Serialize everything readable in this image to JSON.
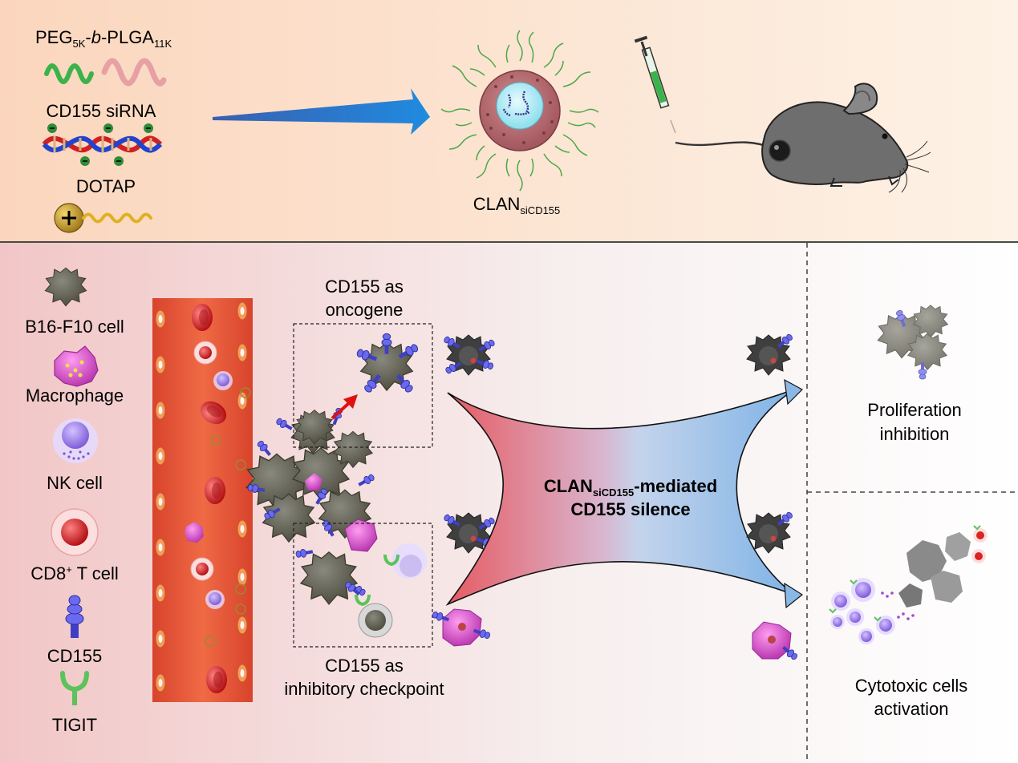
{
  "top_panel": {
    "polymer": {
      "prefix": "PEG",
      "sub1": "5K",
      "mid": "-",
      "b": "b",
      "dash": "-PLGA",
      "sub2": "11K"
    },
    "sirna_label": "CD155 siRNA",
    "dotap_label": "DOTAP",
    "nanoparticle": {
      "main": "CLAN",
      "sub": "siCD155"
    }
  },
  "legend": {
    "tumor_cell": "B16-F10 cell",
    "macrophage": "Macrophage",
    "nk_cell": "NK cell",
    "cd8": {
      "main": "CD8",
      "sup": "+",
      "rest": " T cell"
    },
    "cd155": "CD155",
    "tigit": "TIGIT"
  },
  "middle": {
    "oncogene_line1": "CD155 as",
    "oncogene_line2": "oncogene",
    "checkpoint_line1": "CD155 as",
    "checkpoint_line2": "inhibitory checkpoint",
    "center_line1_main": "CLAN",
    "center_line1_sub": "siCD155",
    "center_line1_rest": "-mediated",
    "center_line2": "CD155 silence"
  },
  "outcomes": {
    "prolif_line1": "Proliferation",
    "prolif_line2": "inhibition",
    "cyto_line1": "Cytotoxic cells",
    "cyto_line2": "activation"
  },
  "colors": {
    "top_bg_left": "#fbd8c0",
    "top_bg_right": "#fdf0e4",
    "bottom_bg_left": "#f3c9c9",
    "bottom_bg_right": "#ffffff",
    "vessel": "#e8553a",
    "arrow_blue": "#2f7fd0",
    "tumor_gray": "#6b6a5f",
    "macrophage_pink": "#e26ad6",
    "nk_purple": "#9c7be0",
    "cd155_blue": "#4a4ad0",
    "tigit_green": "#5cc25c"
  }
}
